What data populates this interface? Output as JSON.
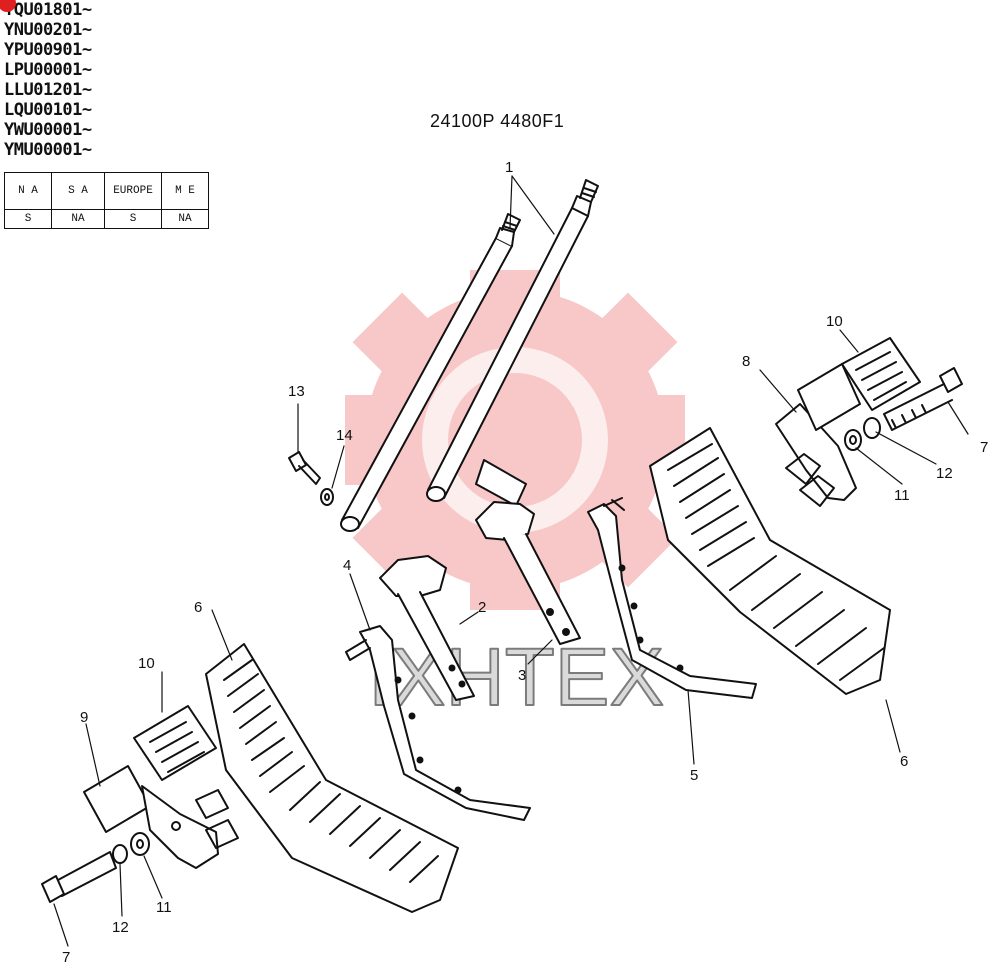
{
  "serial_numbers": [
    "YQU01801~",
    "YNU00201~",
    "YPU00901~",
    "LPU00001~",
    "LLU01201~",
    "LQU00101~",
    "YWU00001~",
    "YMU00001~"
  ],
  "drawing_number": "24100P 4480F1",
  "market_table": {
    "headers": [
      "N A",
      "S A",
      "EUROPE",
      "M E"
    ],
    "values": [
      "S",
      "NA",
      "S",
      "NA"
    ]
  },
  "watermark": {
    "text": "IXHTEX",
    "color": "#f28c8c"
  },
  "callouts": {
    "c1": "1",
    "c2": "2",
    "c3": "3",
    "c4": "4",
    "c5": "5",
    "c6a": "6",
    "c6b": "6",
    "c7a": "7",
    "c7b": "7",
    "c8": "8",
    "c9": "9",
    "c10a": "10",
    "c10b": "10",
    "c11a": "11",
    "c11b": "11",
    "c12a": "12",
    "c12b": "12",
    "c13": "13",
    "c14": "14"
  }
}
